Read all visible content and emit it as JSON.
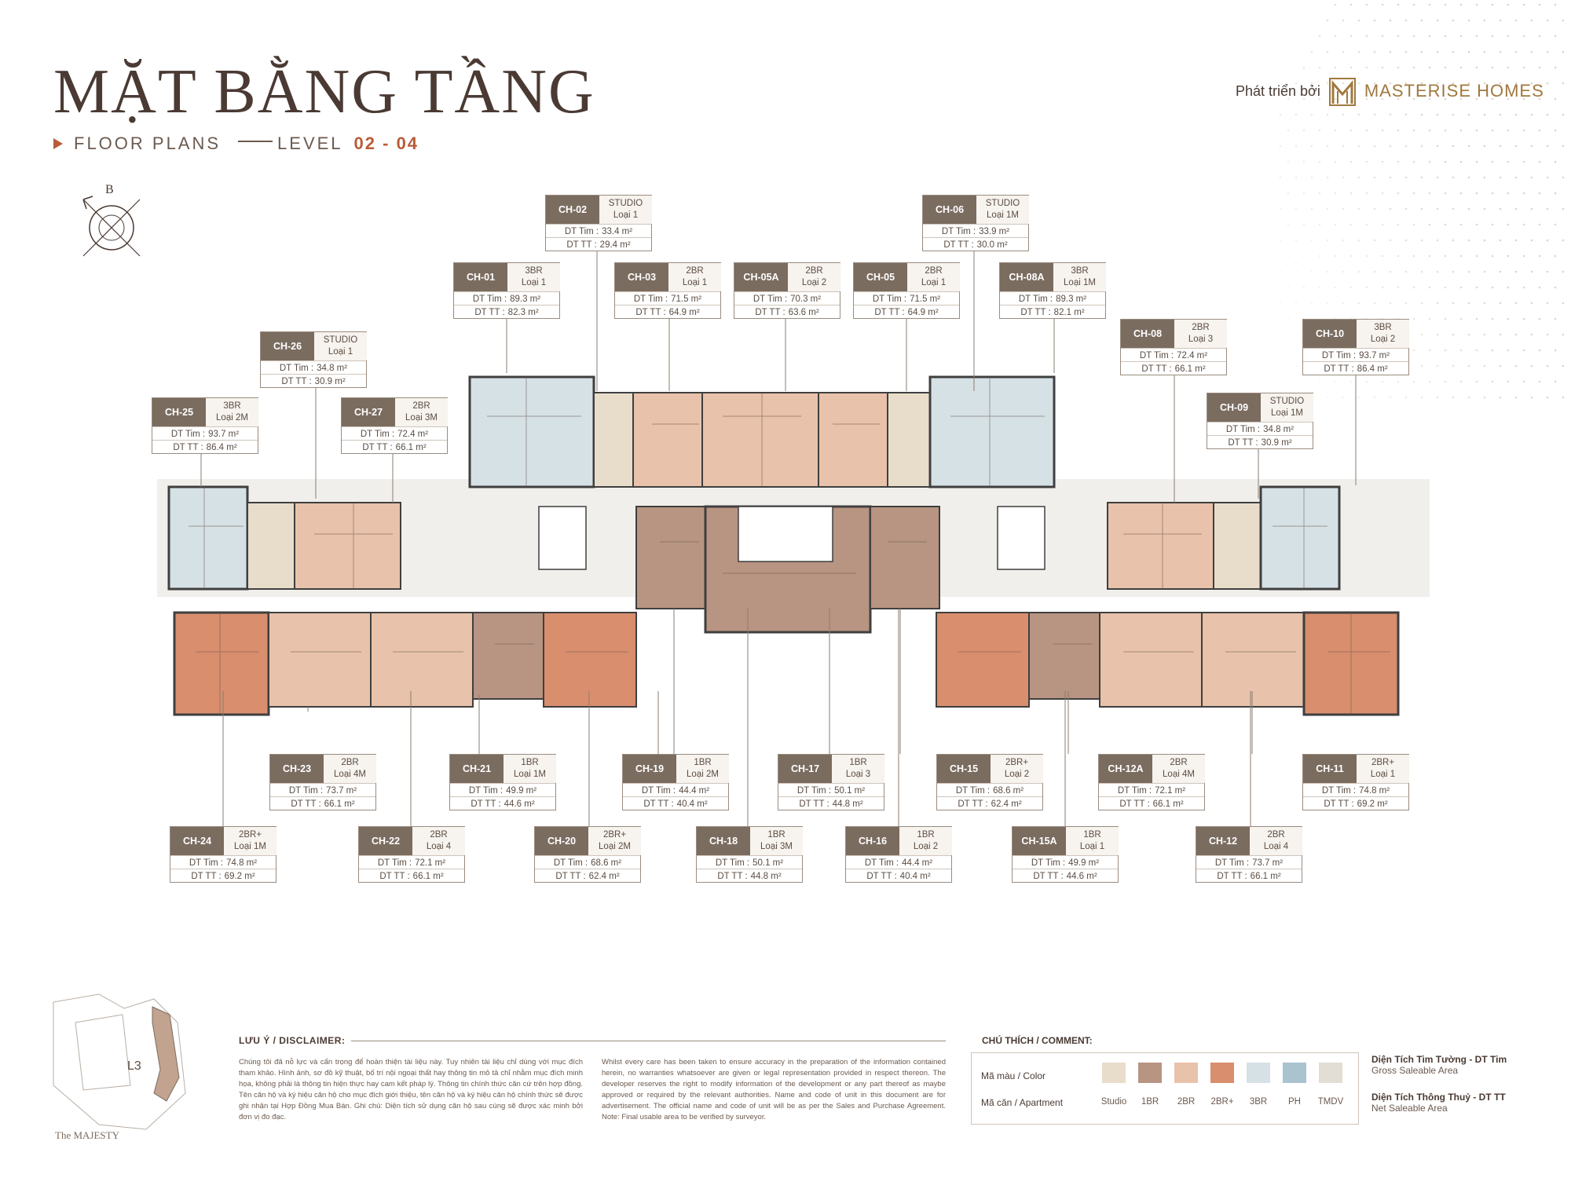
{
  "header": {
    "title": "MẶT BẰNG TẦNG",
    "subtitle_prefix": "FLOOR PLANS",
    "level_label": "LEVEL",
    "level_value": "02 - 04",
    "developer_prefix": "Phát triển bởi",
    "developer_name": "MASTERISE HOMES",
    "compass_label": "B"
  },
  "field_labels": {
    "gross": "DT Tim :",
    "net": "DT TT :"
  },
  "colors": {
    "studio": "#e8dccb",
    "br1": "#b89482",
    "br2": "#e8c2aa",
    "br2plus": "#d98e6e",
    "br3": "#d6e1e6",
    "ph": "#a9c3cf",
    "tmdv": "#e2ded6",
    "accent": "#b85c38",
    "card_header": "#7b6c60"
  },
  "units": [
    {
      "code": "CH-01",
      "bed": "3BR",
      "type": "Loại 1",
      "gross": "89.3 m²",
      "net": "82.3 m²"
    },
    {
      "code": "CH-02",
      "bed": "STUDIO",
      "type": "Loại 1",
      "gross": "33.4 m²",
      "net": "29.4 m²"
    },
    {
      "code": "CH-03",
      "bed": "2BR",
      "type": "Loại 1",
      "gross": "71.5 m²",
      "net": "64.9 m²"
    },
    {
      "code": "CH-05A",
      "bed": "2BR",
      "type": "Loại 2",
      "gross": "70.3 m²",
      "net": "63.6 m²"
    },
    {
      "code": "CH-05",
      "bed": "2BR",
      "type": "Loại 1",
      "gross": "71.5 m²",
      "net": "64.9 m²"
    },
    {
      "code": "CH-06",
      "bed": "STUDIO",
      "type": "Loại 1M",
      "gross": "33.9 m²",
      "net": "30.0 m²"
    },
    {
      "code": "CH-08A",
      "bed": "3BR",
      "type": "Loại 1M",
      "gross": "89.3 m²",
      "net": "82.1 m²"
    },
    {
      "code": "CH-26",
      "bed": "STUDIO",
      "type": "Loại 1",
      "gross": "34.8 m²",
      "net": "30.9 m²"
    },
    {
      "code": "CH-08",
      "bed": "2BR",
      "type": "Loại 3",
      "gross": "72.4 m²",
      "net": "66.1 m²"
    },
    {
      "code": "CH-10",
      "bed": "3BR",
      "type": "Loại 2",
      "gross": "93.7 m²",
      "net": "86.4 m²"
    },
    {
      "code": "CH-25",
      "bed": "3BR",
      "type": "Loại 2M",
      "gross": "93.7 m²",
      "net": "86.4 m²"
    },
    {
      "code": "CH-27",
      "bed": "2BR",
      "type": "Loại 3M",
      "gross": "72.4 m²",
      "net": "66.1 m²"
    },
    {
      "code": "CH-09",
      "bed": "STUDIO",
      "type": "Loại 1M",
      "gross": "34.8 m²",
      "net": "30.9 m²"
    },
    {
      "code": "CH-23",
      "bed": "2BR",
      "type": "Loại 4M",
      "gross": "73.7 m²",
      "net": "66.1 m²"
    },
    {
      "code": "CH-21",
      "bed": "1BR",
      "type": "Loại 1M",
      "gross": "49.9 m²",
      "net": "44.6 m²"
    },
    {
      "code": "CH-19",
      "bed": "1BR",
      "type": "Loại 2M",
      "gross": "44.4 m²",
      "net": "40.4 m²"
    },
    {
      "code": "CH-17",
      "bed": "1BR",
      "type": "Loại 3",
      "gross": "50.1 m²",
      "net": "44.8 m²"
    },
    {
      "code": "CH-15",
      "bed": "2BR+",
      "type": "Loại 2",
      "gross": "68.6 m²",
      "net": "62.4 m²"
    },
    {
      "code": "CH-12A",
      "bed": "2BR",
      "type": "Loại 4M",
      "gross": "72.1 m²",
      "net": "66.1 m²"
    },
    {
      "code": "CH-11",
      "bed": "2BR+",
      "type": "Loại 1",
      "gross": "74.8 m²",
      "net": "69.2 m²"
    },
    {
      "code": "CH-24",
      "bed": "2BR+",
      "type": "Loại 1M",
      "gross": "74.8 m²",
      "net": "69.2 m²"
    },
    {
      "code": "CH-22",
      "bed": "2BR",
      "type": "Loại 4",
      "gross": "72.1 m²",
      "net": "66.1 m²"
    },
    {
      "code": "CH-20",
      "bed": "2BR+",
      "type": "Loại 2M",
      "gross": "68.6 m²",
      "net": "62.4 m²"
    },
    {
      "code": "CH-18",
      "bed": "1BR",
      "type": "Loại 3M",
      "gross": "50.1 m²",
      "net": "44.8 m²"
    },
    {
      "code": "CH-16",
      "bed": "1BR",
      "type": "Loại 2",
      "gross": "44.4 m²",
      "net": "40.4 m²"
    },
    {
      "code": "CH-15A",
      "bed": "1BR",
      "type": "Loại 1",
      "gross": "49.9 m²",
      "net": "44.6 m²"
    },
    {
      "code": "CH-12",
      "bed": "2BR",
      "type": "Loại 4",
      "gross": "73.7 m²",
      "net": "66.1 m²"
    }
  ],
  "disclaimer": {
    "title": "LƯU Ý / DISCLAIMER:",
    "vi": "Chúng tôi đã nỗ lực và cẩn trọng để hoàn thiện tài liệu này. Tuy nhiên tài liệu chỉ dùng với mục đích tham khảo. Hình ảnh, sơ đồ kỹ thuật, bố trí nội ngoại thất hay thông tin mô tả chỉ nhằm mục đích minh họa, không phải là thông tin hiện thực hay cam kết pháp lý. Thông tin chính thức căn cứ trên hợp đồng. Tên căn hộ và ký hiệu căn hộ cho mục đích giới thiệu, tên căn hộ và ký hiệu căn hộ chính thức sẽ được ghi nhận tại Hợp Đồng Mua Bán. Ghi chú: Diện tích sử dụng căn hộ sau cùng sẽ được xác minh bởi đơn vị đo đạc.",
    "en": "Whilst every care has been taken to ensure accuracy in the preparation of the information contained herein, no warranties whatsoever are given or legal representation provided in respect thereon. The developer reserves the right to modify information of the development or any part thereof as maybe approved or required by the relevant authorities. Name and code of unit in this document are for advertisement. The official name and code of unit will be as per the Sales and Purchase Agreement. Note: Final usable area to be verified by surveyor."
  },
  "legend": {
    "title": "CHÚ THÍCH / COMMENT:",
    "color_label": "Mã màu / Color",
    "apartment_label": "Mã căn / Apartment",
    "items": [
      "Studio",
      "1BR",
      "2BR",
      "2BR+",
      "3BR",
      "PH",
      "TMDV"
    ]
  },
  "area_definitions": {
    "gross_vi": "Diện Tích Tim Tường - DT Tim",
    "gross_en": "Gross Saleable Area",
    "net_vi": "Diện Tích Thông Thuỷ - DT TT",
    "net_en": "Net Saleable Area"
  },
  "site": {
    "building_label": "L3",
    "project_name": "The MAJESTY"
  }
}
